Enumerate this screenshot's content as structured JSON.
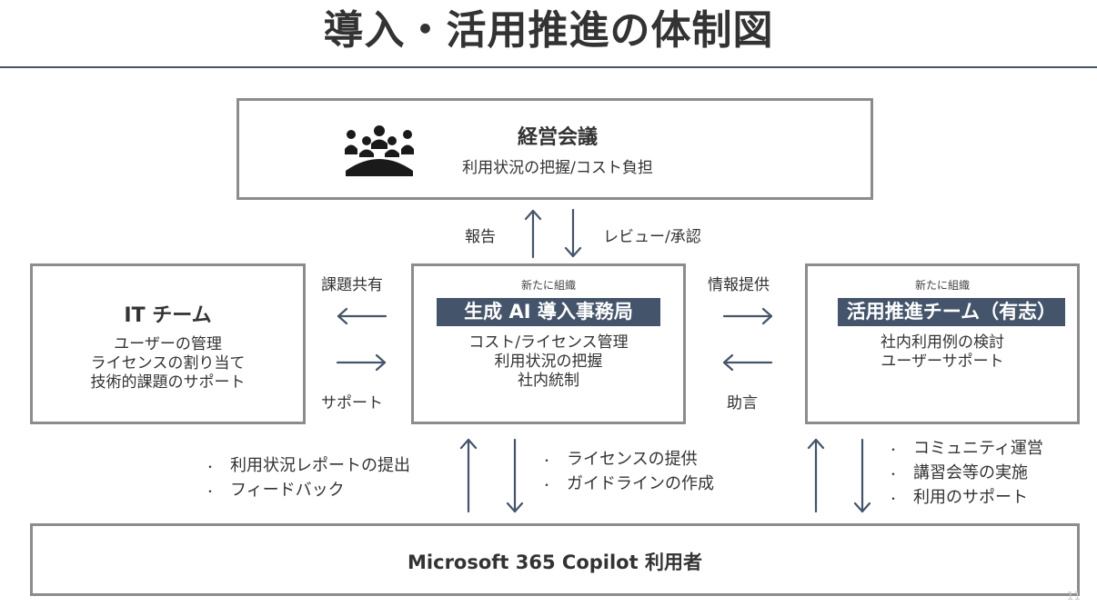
{
  "title": "導入・活用推進の体制図",
  "management": {
    "icon": "meeting-people-icon",
    "title": "経営会議",
    "desc": "利用状況の把握/コスト負担"
  },
  "it_team": {
    "title": "IT チーム",
    "lines": [
      "ユーザーの管理",
      "ライセンスの割り当て",
      "技術的課題のサポート"
    ]
  },
  "ai_office": {
    "tag": "新たに組織",
    "title": "生成 AI 導入事務局",
    "lines": [
      "コスト/ライセンス管理",
      "利用状況の把握",
      "社内統制"
    ]
  },
  "promo_team": {
    "tag": "新たに組織",
    "title": "活用推進チーム（有志）",
    "lines": [
      "社内利用例の検討",
      "ユーザーサポート"
    ]
  },
  "users": {
    "title": "Microsoft 365 Copilot 利用者"
  },
  "flows": {
    "report": "報告",
    "review": "レビュー/承認",
    "issue_share": "課題共有",
    "support": "サポート",
    "info": "情報提供",
    "advice": "助言"
  },
  "office_up_bullets": [
    "利用状況レポートの提出",
    "フィードバック"
  ],
  "office_down_bullets": [
    "ライセンスの提供",
    "ガイドラインの作成"
  ],
  "promo_down_bullets": [
    "コミュニティ運営",
    "講習会等の実施",
    "利用のサポート"
  ],
  "colors": {
    "accent": "#44546a",
    "border": "#8c8c8c",
    "text": "#333333"
  },
  "page_number": "11"
}
